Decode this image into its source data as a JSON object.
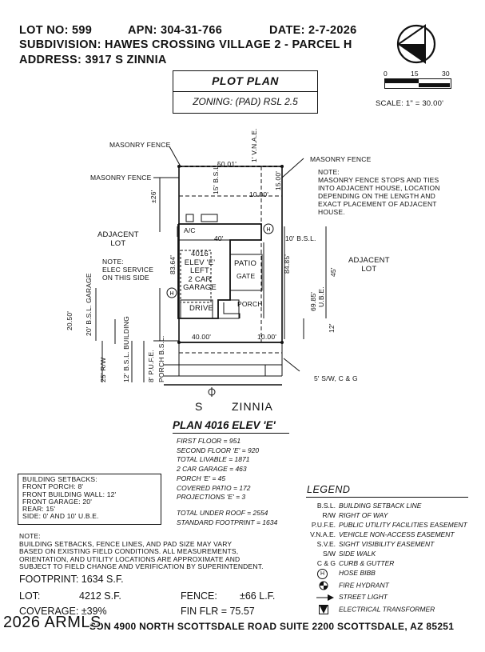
{
  "header": {
    "lot": "LOT NO: 599",
    "apn": "APN: 304-31-766",
    "date": "DATE: 2-7-2026",
    "subdivision": "SUBDIVISION: HAWES CROSSING VILLAGE 2 - PARCEL H",
    "address": "ADDRESS: 3917 S ZINNIA"
  },
  "title_box": {
    "title": "PLOT PLAN",
    "zoning": "ZONING: (PAD) RSL 2.5"
  },
  "scale": {
    "ticks": [
      "0",
      "15",
      "30"
    ],
    "label": "SCALE: 1\" = 30.00'"
  },
  "plan_labels": {
    "masonry_fence_top": "MASONRY FENCE",
    "masonry_fence_left": "MASONRY FENCE",
    "masonry_fence_right": "MASONRY FENCE",
    "vnae": "1' V.N.A.E.",
    "dim_top": "50.01'",
    "dim_rear_setback": "15' B.S.L.",
    "dim_rear_right": "15.00'",
    "dim_side_right": "10.00'",
    "dim_left_26": "±26'",
    "note_right": [
      "NOTE:",
      "MASONRY FENCE STOPS AND TIES",
      "INTO ADJACENT HOUSE, LOCATION",
      "DEPENDING ON THE LENGTH AND",
      "EXACT PLACEMENT OF ADJACENT",
      "HOUSE."
    ],
    "adjacent_lot_left": [
      "ADJACENT",
      "LOT"
    ],
    "adjacent_lot_right": [
      "ADJACENT",
      "LOT"
    ],
    "ac": "A/C",
    "hose_bibb_marker": "H",
    "width_40": "40'",
    "bsl_10": "10' B.S.L.",
    "dim_83": "83.64'",
    "dim_84": "84.85'",
    "dim_45": "45'",
    "dim_69": "69.85'",
    "ube": "U.B.E.",
    "house": [
      "4016",
      "ELEV 'E'",
      "LEFT",
      "2 CAR",
      "GARAGE"
    ],
    "patio": "PATIO",
    "gate": "GATE",
    "elec_note": [
      "NOTE:",
      "ELEC SERVICE",
      "ON THIS SIDE"
    ],
    "drive": "DRIVE",
    "porch": "PORCH",
    "dim_20_50": "20.50'",
    "garage_bsl": "20' B.S.L. GARAGE",
    "dim_12": "12'",
    "dim_40_00": "40.00'",
    "dim_10_00_bottom": "10.00'",
    "row_25": "25' R/W",
    "building_bsl": "12' B.S.L. BUILDING",
    "pufe": "8' P.U.F.E.",
    "porch_bsl": "PORCH B.S.L.",
    "sidewalk": "5' S/W, C & G",
    "street_s": "S",
    "street_name": "ZINNIA"
  },
  "plan_info": {
    "title": "PLAN 4016 ELEV 'E'",
    "stats": [
      "FIRST FLOOR = 951",
      "SECOND FLOOR 'E' = 920",
      "TOTAL LIVABLE = 1871",
      "2 CAR GARAGE = 463",
      "PORCH 'E' = 45",
      "COVERED PATIO = 172",
      "PROJECTIONS 'E' = 3"
    ],
    "totals": [
      "TOTAL UNDER ROOF = 2554",
      "STANDARD FOOTPRINT = 1634"
    ]
  },
  "setbacks": {
    "lines": [
      "BUILDING SETBACKS:",
      "FRONT PORCH: 8'",
      "FRONT BUILDING WALL: 12'",
      "FRONT GARAGE: 20'",
      "REAR: 15'",
      "SIDE: 0' AND 10' U.B.E."
    ]
  },
  "legend": {
    "title": "LEGEND",
    "items": [
      {
        "abbr": "B.S.L.",
        "text": "BUILDING SETBACK LINE"
      },
      {
        "abbr": "R/W",
        "text": "RIGHT OF WAY"
      },
      {
        "abbr": "P.U.F.E.",
        "text": "PUBLIC UTILITY FACILITIES EASEMENT"
      },
      {
        "abbr": "V.N.A.E.",
        "text": "VEHICLE NON-ACCESS EASEMENT"
      },
      {
        "abbr": "S.V.E.",
        "text": "SIGHT VISIBILITY EASEMENT"
      },
      {
        "abbr": "S/W",
        "text": "SIDE WALK"
      },
      {
        "abbr": "C & G",
        "text": "CURB & GUTTER"
      },
      {
        "abbr": "H",
        "text": "HOSE BIBB"
      },
      {
        "abbr": "",
        "text": "FIRE HYDRANT"
      },
      {
        "abbr": "",
        "text": "STREET LIGHT"
      },
      {
        "abbr": "",
        "text": "ELECTRICAL TRANSFORMER"
      }
    ]
  },
  "note_bottom": {
    "lines": [
      "NOTE:",
      "BUILDING SETBACKS, FENCE LINES, AND PAD SIZE MAY VARY",
      "BASED ON EXISTING FIELD CONDITIONS.  ALL MEASUREMENTS,",
      "ORIENTATION, AND UTILITY LOCATIONS ARE APPROXIMATE AND",
      "SUBJECT TO FIELD CHANGE AND VERIFICATION BY SUPERINTENDENT."
    ]
  },
  "summary": {
    "footprint": "FOOTPRINT: 1634 S.F.",
    "lot_label": "LOT:",
    "lot_value": "4212 S.F.",
    "fence_label": "FENCE:",
    "fence_value": "±66 L.F.",
    "coverage": "COVERAGE: ±39%",
    "fin_flr": "FIN FLR = 75.57"
  },
  "footer": {
    "watermark": "2026 ARMLS",
    "address": "SON 4900 NORTH SCOTTSDALE ROAD SUITE 2200 SCOTTSDALE, AZ  85251"
  }
}
